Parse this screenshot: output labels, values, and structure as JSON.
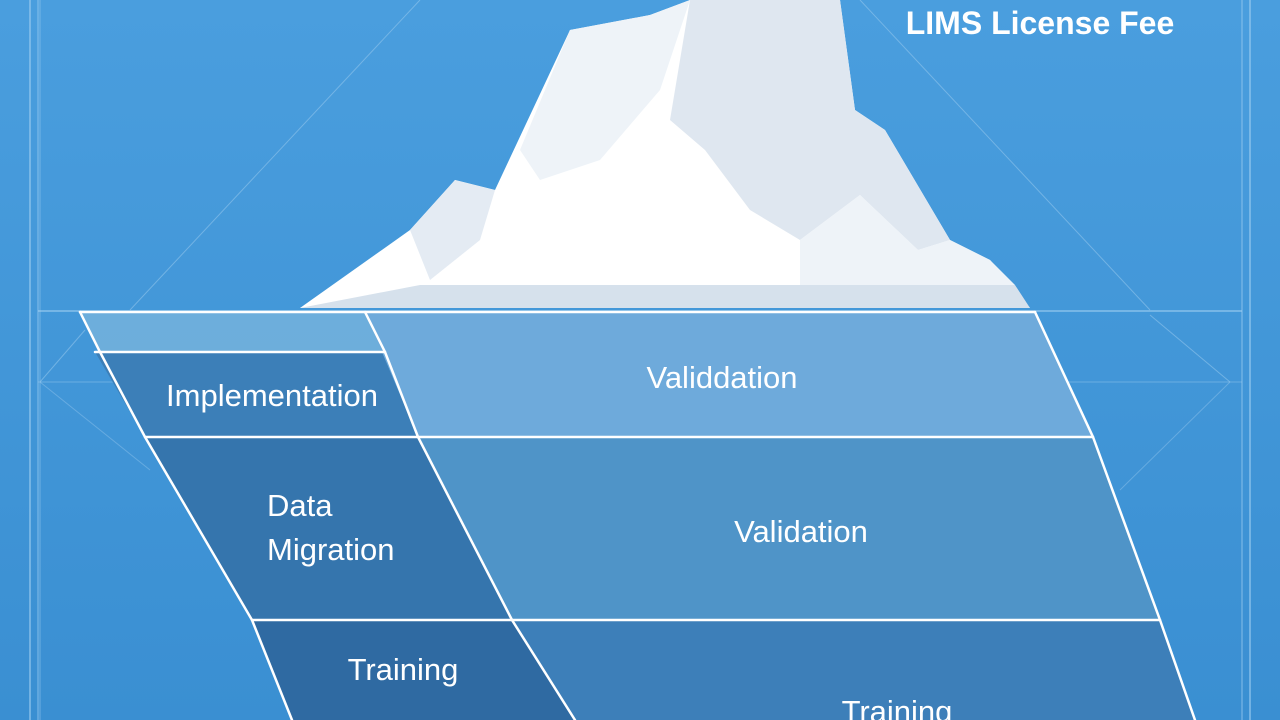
{
  "diagram": {
    "title": "LIMS License Fee",
    "rows": [
      {
        "left_lines": [
          "Implementation"
        ],
        "right": "Validdation"
      },
      {
        "left_lines": [
          "Data",
          "Migration"
        ],
        "right": "Validation"
      },
      {
        "left_lines": [
          "Training"
        ],
        "right": "Training"
      }
    ]
  },
  "colors": {
    "background": "#3f96d8",
    "ice": "#ffffff",
    "ice_shadow": "#d6e1ec",
    "band_top": "#72b0dc",
    "row1_left": "#3c7fb8",
    "row1_right": "#6eaadb",
    "row2_left": "#3575ad",
    "row2_right": "#4f94c8",
    "row3_left": "#2f6aa2",
    "row3_right": "#3d7fb9"
  }
}
